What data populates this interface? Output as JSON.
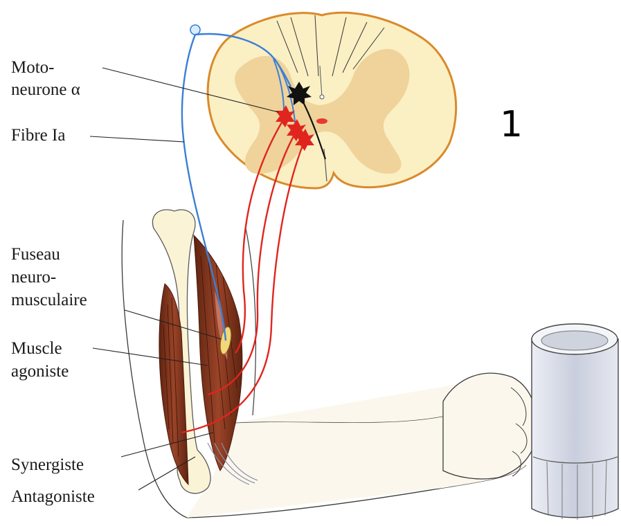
{
  "figure_number": "1",
  "labels": {
    "motoneurone_1": "Moto-",
    "motoneurone_2": "neurone α",
    "fibre_ia": "Fibre Ia",
    "fuseau_1": "Fuseau",
    "fuseau_2": "neuro-",
    "fuseau_3": "musculaire",
    "muscle_1": "Muscle",
    "muscle_2": "agoniste",
    "synergiste": "Synergiste",
    "antagoniste": "Antagoniste"
  },
  "colors": {
    "spinal_white_matter": "#fbefc4",
    "spinal_grey_matter": "#efd39a",
    "spinal_outline": "#d98a2b",
    "muscle": "#8a3a22",
    "muscle_dark": "#5e2310",
    "bone": "#fbf3d6",
    "sensory_fiber": "#3a7fd6",
    "motor_fiber": "#e0251f",
    "interneuron": "#111111",
    "mug": "#d9dde8"
  }
}
